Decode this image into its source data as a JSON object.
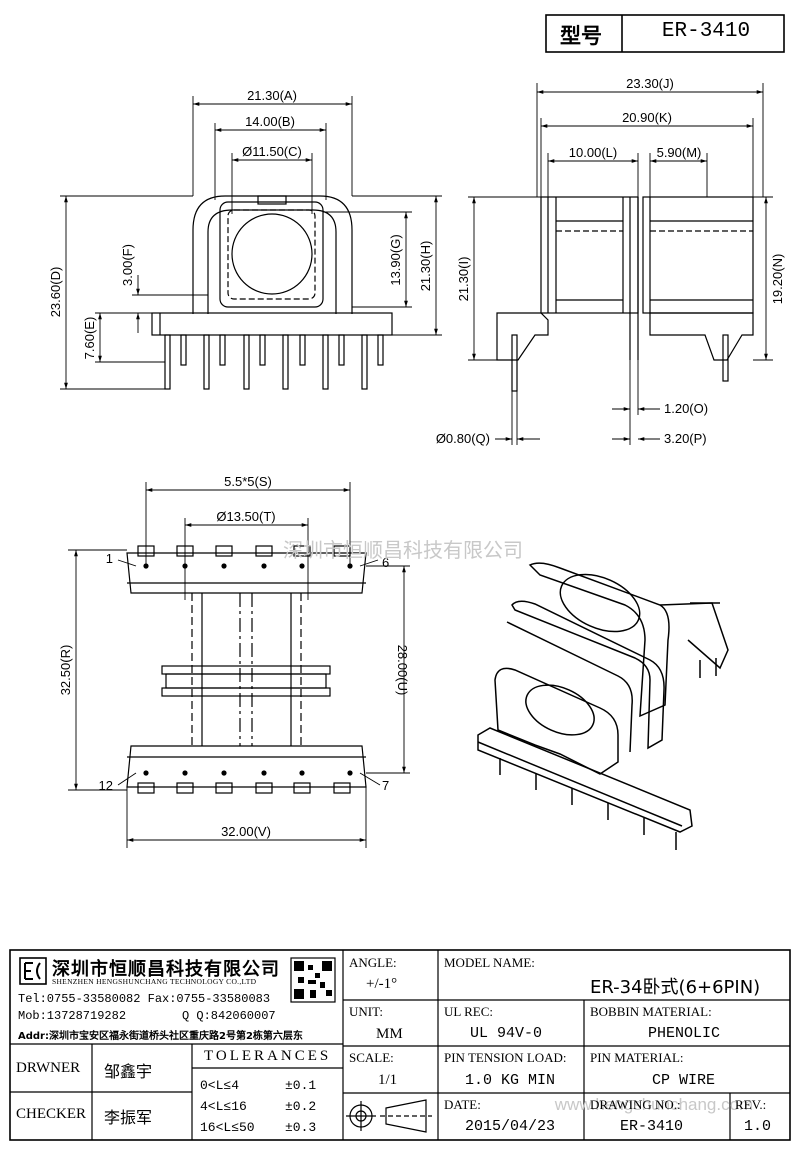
{
  "header": {
    "model_label": "型号",
    "model_value": "ER-3410"
  },
  "dimensions": {
    "A": "21.30(A)",
    "B": "14.00(B)",
    "C": "Ø11.50(C)",
    "D": "23.60(D)",
    "E": "7.60(E)",
    "F": "3.00(F)",
    "G": "13.90(G)",
    "H": "21.30(H)",
    "I": "21.30(I)",
    "J": "23.30(J)",
    "K": "20.90(K)",
    "L": "10.00(L)",
    "M": "5.90(M)",
    "N": "19.20(N)",
    "O": "1.20(O)",
    "P": "3.20(P)",
    "Q": "Ø0.80(Q)",
    "S": "5.5*5(S)",
    "T": "Ø13.50(T)",
    "R": "32.50(R)",
    "U": "28.00(U)",
    "V": "32.00(V)"
  },
  "pins": {
    "p1": "1",
    "p6": "6",
    "p7": "7",
    "p12": "12"
  },
  "watermarks": {
    "top": "深圳市恒顺昌科技有限公司",
    "bottom": "www.hengshunchang.com"
  },
  "company": {
    "name": "深圳市恒顺昌科技有限公司",
    "english": "SHENZHEN HENGSHUNCHANG TECHNOLOGY CO.,LTD",
    "tel": "Tel:0755-33580082 Fax:0755-33580083",
    "mob": "Mob:13728719282",
    "qq": "Q Q:842060007",
    "addr": "Addr:深圳市宝安区福永街道桥头社区重庆路2号第2栋第六层东"
  },
  "title_block": {
    "drwner_label": "DRWNER",
    "drwner_value": "邹鑫宇",
    "checker_label": "CHECKER",
    "checker_value": "李振军",
    "tolerances_label": "TOLERANCES",
    "tolerances": [
      {
        "range": "0<L≤4",
        "value": "±0.1"
      },
      {
        "range": "4<L≤16",
        "value": "±0.2"
      },
      {
        "range": "16<L≤50",
        "value": "±0.3"
      }
    ],
    "angle_label": "ANGLE:",
    "angle_value": "+/-1°",
    "unit_label": "UNIT:",
    "unit_value": "MM",
    "scale_label": "SCALE:",
    "scale_value": "1/1",
    "model_name_label": "MODEL NAME:",
    "model_name_value": "ER-34卧式(6+6PIN)",
    "ul_rec_label": "UL REC:",
    "ul_rec_value": "UL 94V-0",
    "bobbin_material_label": "BOBBIN MATERIAL:",
    "bobbin_material_value": "PHENOLIC",
    "pin_tension_label": "PIN TENSION LOAD:",
    "pin_tension_value": "1.0 KG MIN",
    "pin_material_label": "PIN MATERIAL:",
    "pin_material_value": "CP WIRE",
    "date_label": "DATE:",
    "date_value": "2015/04/23",
    "drawing_no_label": "DRAWING NO.:",
    "drawing_no_value": "ER-3410",
    "rev_label": "REV.:",
    "rev_value": "1.0"
  }
}
